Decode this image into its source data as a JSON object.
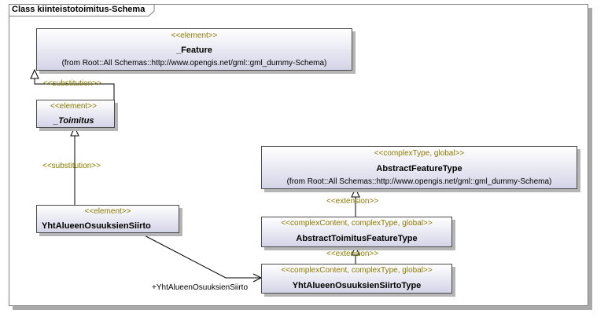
{
  "frame": {
    "title": "Class kiinteistotoimitus-Schema"
  },
  "classes": {
    "feature": {
      "stereotype": "<<element>>",
      "name": "_Feature",
      "from": "(from Root::All Schemas::http://www.opengis.net/gml::gml_dummy-Schema)"
    },
    "toimitus": {
      "stereotype": "<<element>>",
      "name": "_Toimitus"
    },
    "siirto": {
      "stereotype": "<<element>>",
      "name": "YhtAlueenOsuuksienSiirto"
    },
    "abstract_feature_type": {
      "stereotype": "<<complexType, global>>",
      "name": "AbstractFeatureType",
      "from": "(from Root::All Schemas::http://www.opengis.net/gml::gml_dummy-Schema)"
    },
    "abstract_toimitus_type": {
      "stereotype": "<<complexContent, complexType, global>>",
      "name": "AbstractToimitusFeatureType"
    },
    "siirto_type": {
      "stereotype": "<<complexContent, complexType, global>>",
      "name": "YhtAlueenOsuuksienSiirtoType"
    }
  },
  "connectors": {
    "substitution_1": "<<substitution>>",
    "substitution_2": "<<substitution>>",
    "extension_1": "<<extension>>",
    "extension_2": "<<extension>>",
    "association_role": "+YhtAlueenOsuuksienSiirto"
  }
}
